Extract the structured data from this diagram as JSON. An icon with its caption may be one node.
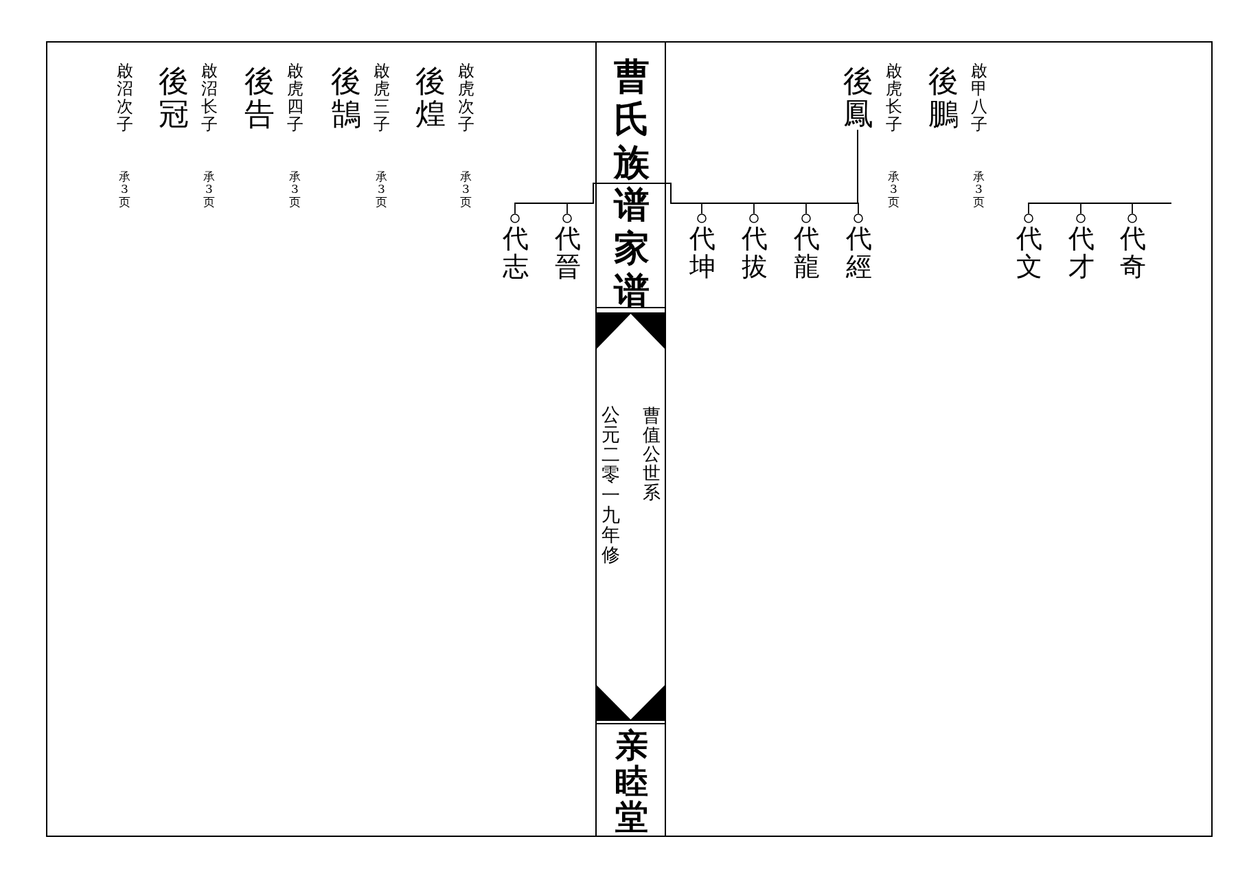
{
  "diagram": {
    "title": "曹氏族谱家谱",
    "nodes": [
      {
        "text": [
          "後鵬"
        ],
        "beside": [
          "啟甲八子",
          "承3页"
        ]
      },
      {
        "text": [
          "後鳳"
        ],
        "beside": [
          "啟虎长子",
          "承3页"
        ]
      },
      {
        "text": [
          "代奇"
        ]
      },
      {
        "text": [
          "代才"
        ]
      },
      {
        "text": [
          "代文"
        ]
      },
      {
        "text": [
          "代經"
        ]
      },
      {
        "text": [
          "代龍"
        ]
      },
      {
        "text": [
          "代拔"
        ]
      },
      {
        "text": [
          "代坤"
        ]
      },
      {
        "text": [
          "後煌"
        ],
        "beside": [
          "啟虎次子",
          "承3页"
        ]
      },
      {
        "text": [
          "後鵠"
        ],
        "beside": [
          "啟虎三子",
          "承3页"
        ]
      },
      {
        "text": [
          "後告"
        ],
        "beside": [
          "啟虎四子",
          "承3页"
        ]
      },
      {
        "text": [
          "後冠"
        ],
        "beside": [
          "啟沼长子",
          "承3页"
        ]
      },
      {
        "text": [
          "代晉"
        ]
      },
      {
        "text": [
          "代志"
        ]
      }
    ],
    "edges": [
      {
        "from": null,
        "to": 2,
        "arrow": "none"
      },
      {
        "from": null,
        "to": 3,
        "arrow": "none"
      },
      {
        "from": null,
        "to": 4,
        "arrow": "none"
      },
      {
        "from": 1,
        "to": 5,
        "arrow": "none"
      },
      {
        "from": 1,
        "to": 6,
        "arrow": "none"
      },
      {
        "from": 1,
        "to": 7,
        "arrow": "none"
      },
      {
        "from": 1,
        "to": 8,
        "arrow": "none"
      },
      {
        "from": 1,
        "to": 13,
        "arrow": "none"
      },
      {
        "from": 1,
        "to": 14,
        "arrow": "none"
      }
    ],
    "labels": [
      "曹值公世系",
      "公元二零一九年修",
      "亲睦堂",
      "啟沼次子",
      "承3页"
    ]
  }
}
